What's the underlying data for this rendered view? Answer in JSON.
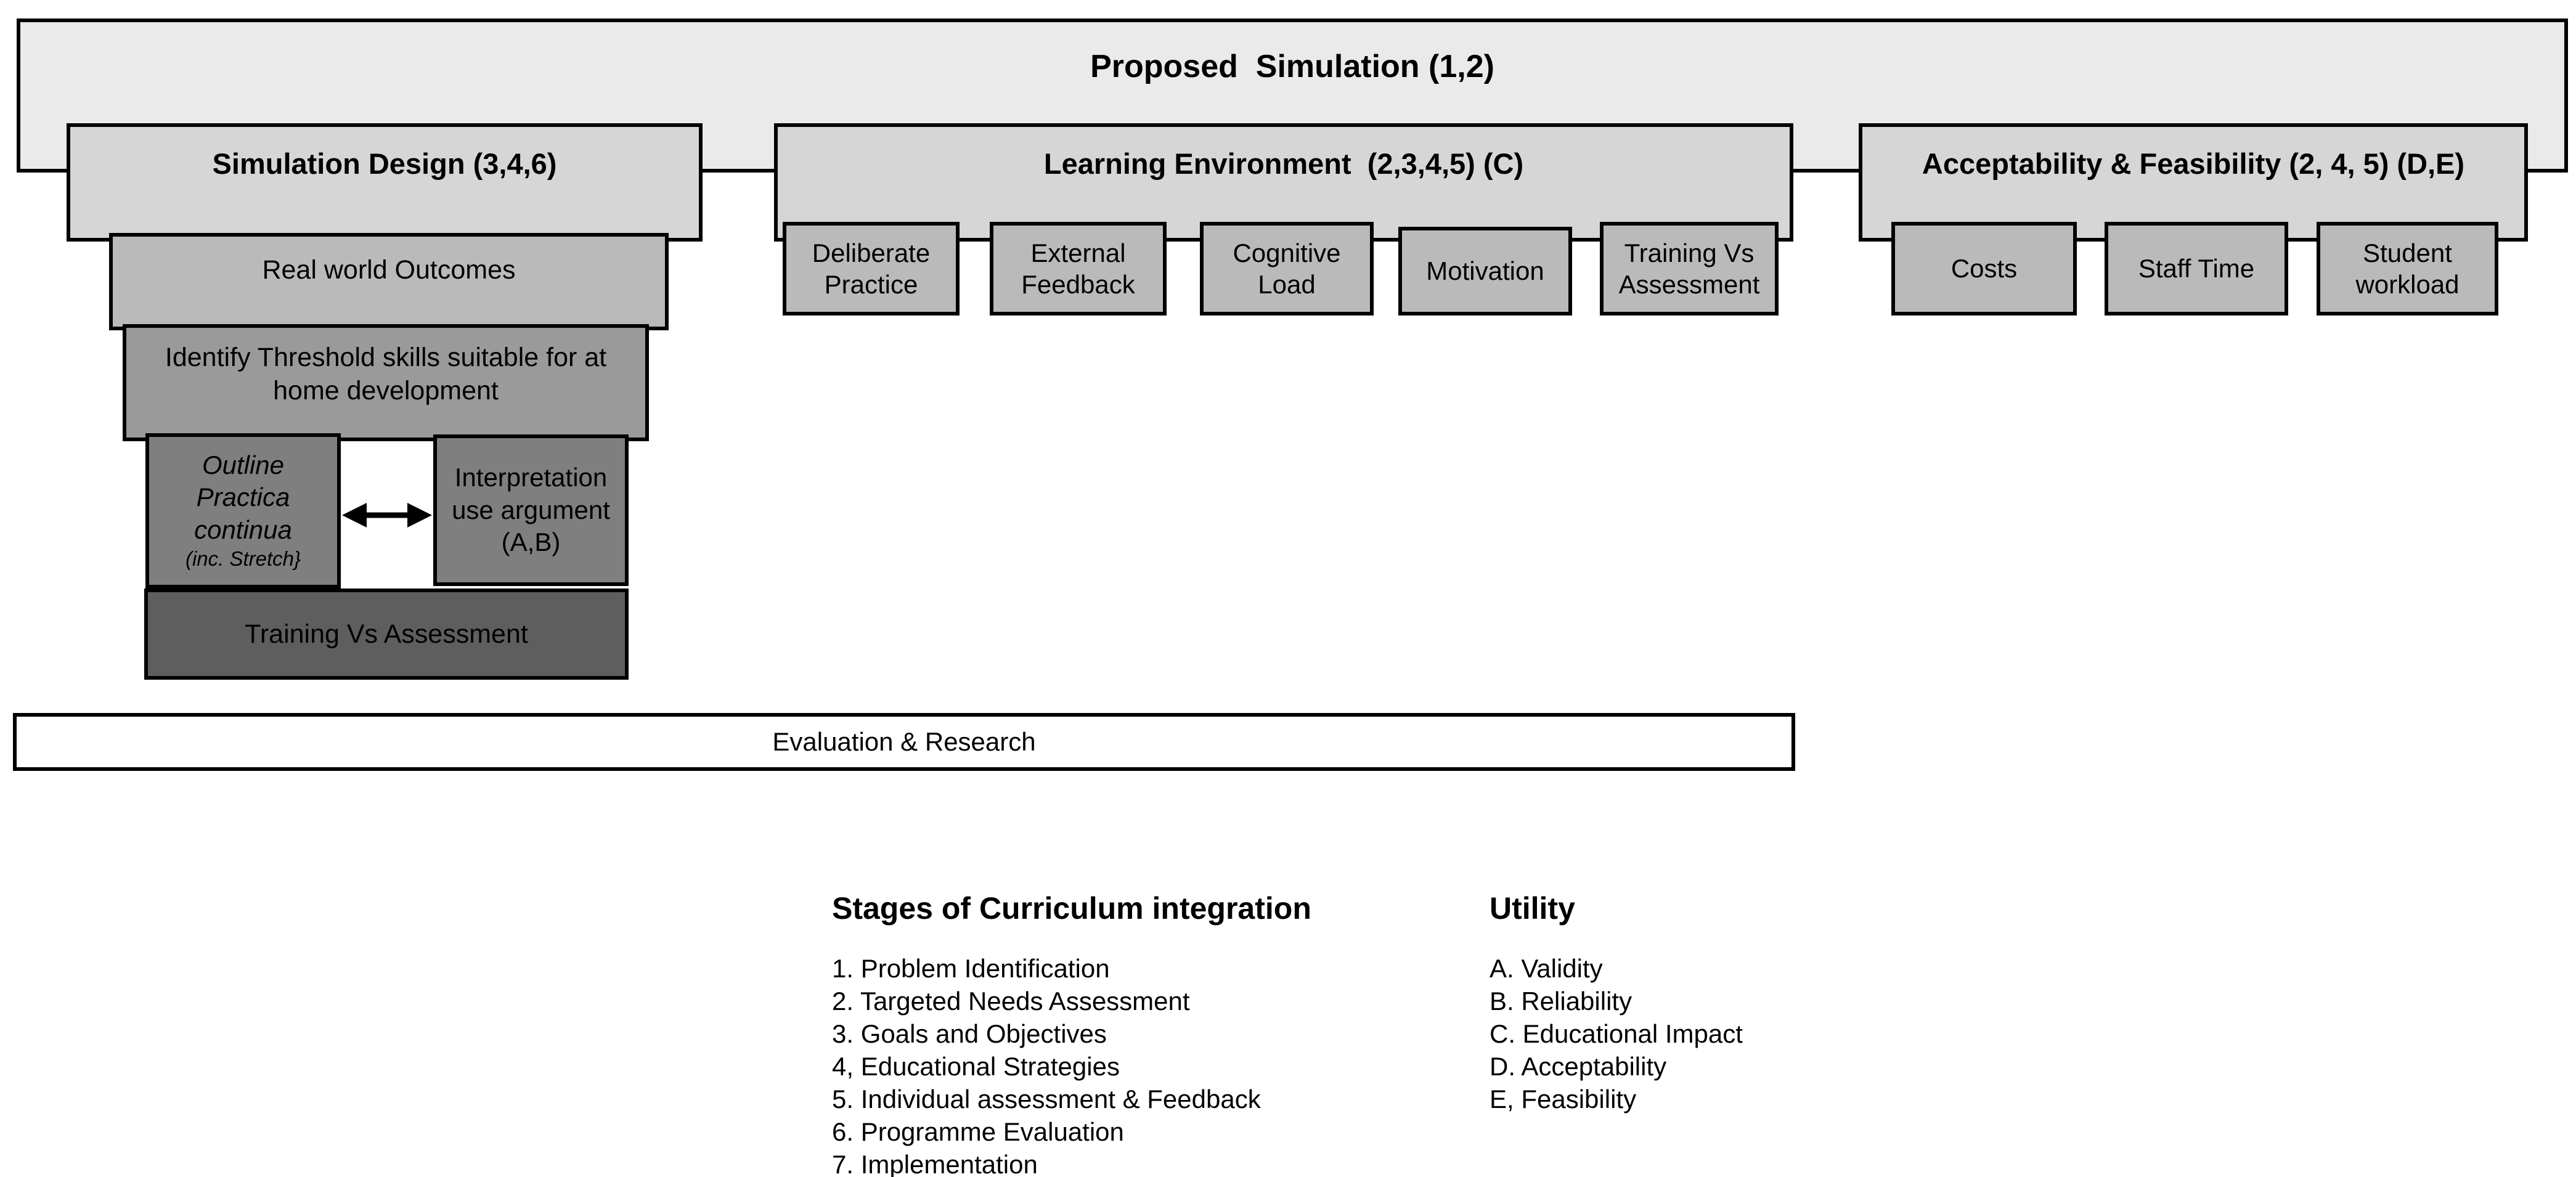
{
  "colors": {
    "page_bg": "#ffffff",
    "outer_fill": "#eaeaea",
    "section_fill": "#d6d6d6",
    "mid_fill": "#bababa",
    "identify_fill": "#9a9a9a",
    "deep_fill": "#7f7f7f",
    "dark_fill": "#5e5e5e",
    "eval_fill": "#ffffff",
    "border": "#000000",
    "text": "#000000"
  },
  "diagram": {
    "title": "Proposed  Simulation (1,2)",
    "simulation_design": {
      "title": "Simulation Design (3,4,6)",
      "real_world_outcomes": "Real world Outcomes",
      "identify_threshold": "Identify Threshold skills suitable for at home development",
      "outline_practica": "Outline Practica continua",
      "outline_practica_note": "(inc. Stretch}",
      "interpretation": "Interpretation use argument (A,B)",
      "training_vs_assessment": "Training Vs Assessment"
    },
    "learning_environment": {
      "title": "Learning Environment  (2,3,4,5) (C)",
      "items": [
        "Deliberate Practice",
        "External Feedback",
        "Cognitive Load",
        "Motivation",
        "Training Vs Assessment"
      ]
    },
    "acceptability_feasibility": {
      "title": "Acceptability & Feasibility (2, 4, 5) (D,E)",
      "items": [
        "Costs",
        "Staff Time",
        "Student workload"
      ]
    },
    "evaluation_research": "Evaluation & Research"
  },
  "legend": {
    "stages": {
      "title": "Stages of Curriculum integration",
      "items": [
        "1. Problem Identification",
        "2. Targeted Needs Assessment",
        "3. Goals and Objectives",
        "4, Educational Strategies",
        "5. Individual assessment & Feedback",
        "6. Programme Evaluation",
        "7. Implementation"
      ]
    },
    "utility": {
      "title": "Utility",
      "items": [
        "A. Validity",
        "B. Reliability",
        "C. Educational Impact",
        "D. Acceptability",
        "E, Feasibility"
      ]
    }
  }
}
